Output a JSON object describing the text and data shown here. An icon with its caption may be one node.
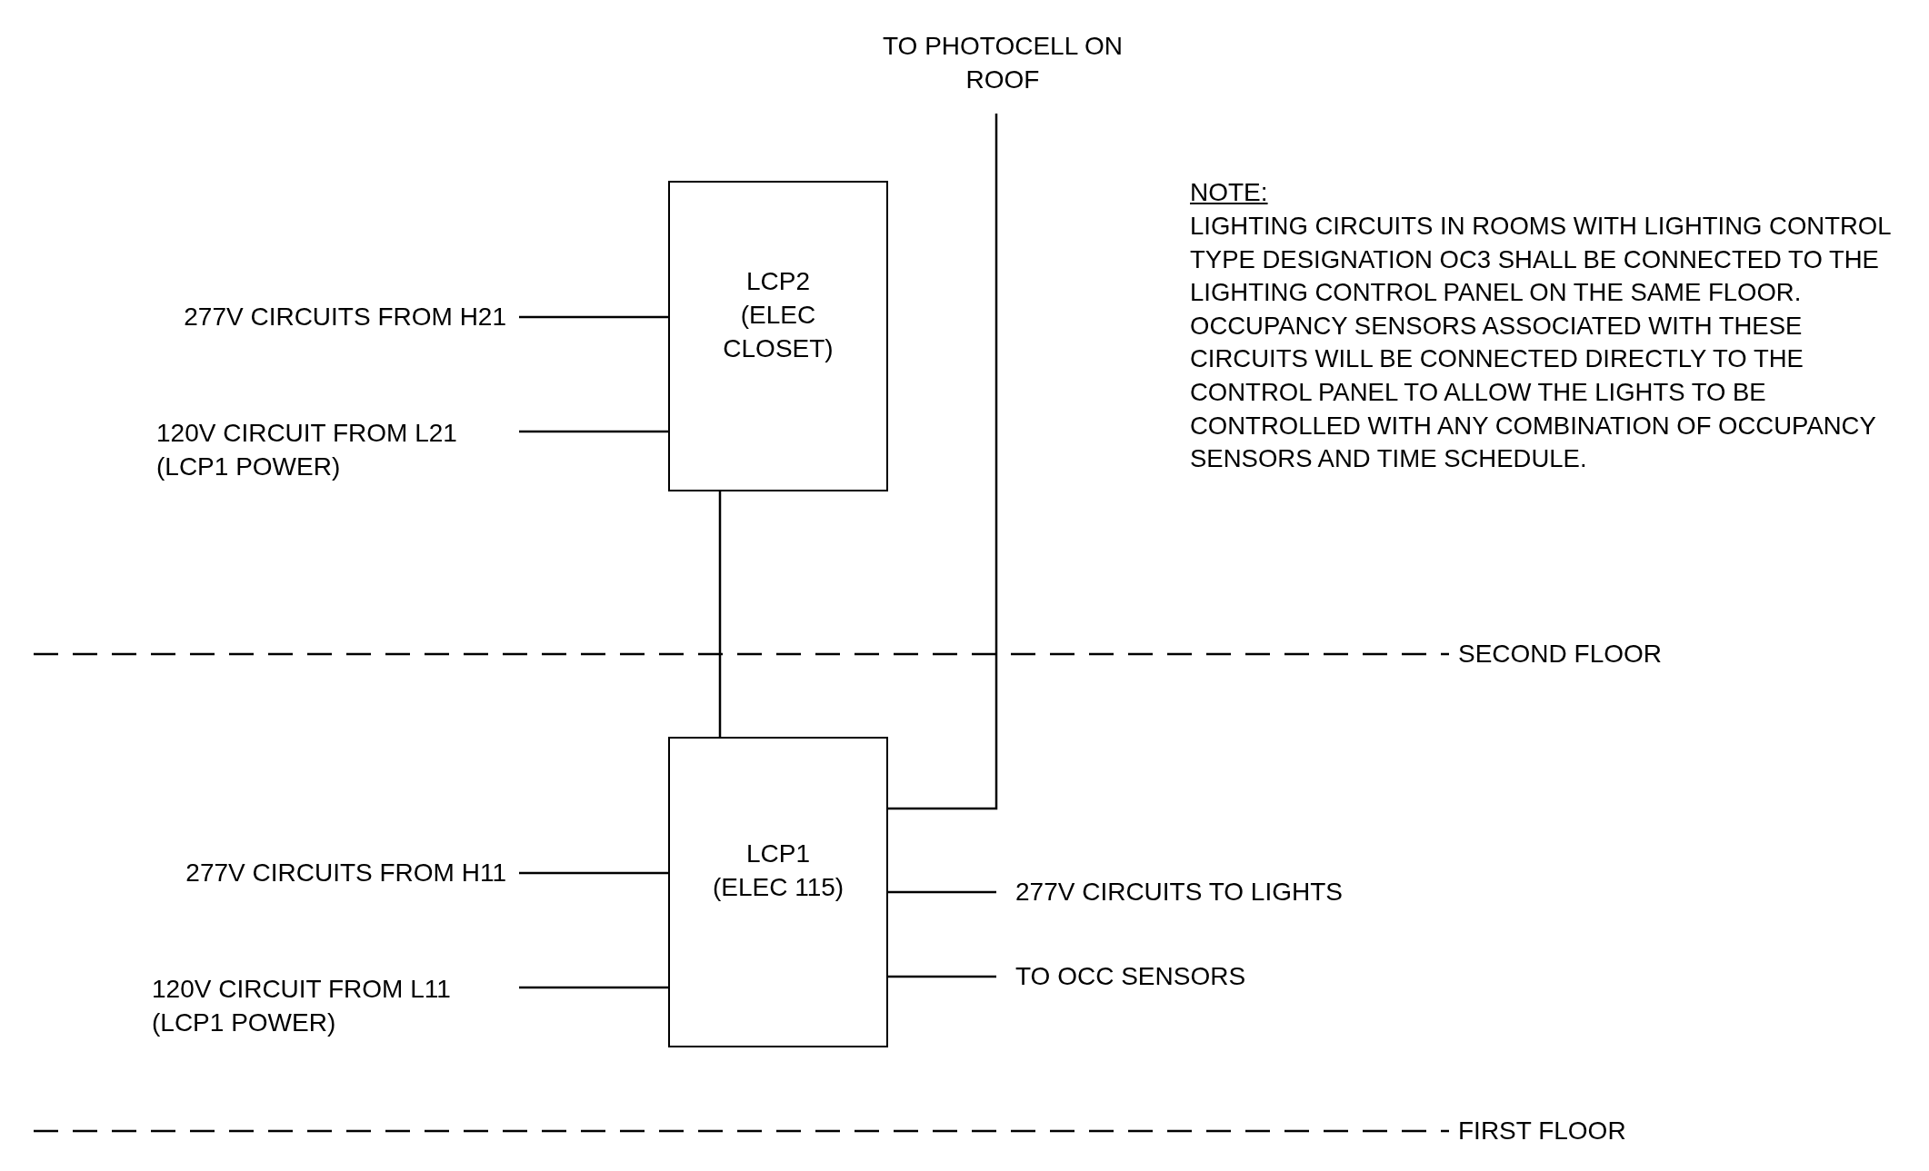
{
  "diagram": {
    "nodes": [
      {
        "text": [
          "TO PHOTOCELL ON ROOF"
        ]
      },
      {
        "text": [
          "LCP2",
          "(ELEC CLOSET)"
        ]
      },
      {
        "text": [
          "277V CIRCUITS FROM H21"
        ]
      },
      {
        "text": [
          "120V CIRCUIT FROM L21",
          "(LCP1 POWER)"
        ]
      },
      {
        "text": [
          "LCP1",
          "(ELEC 115)"
        ]
      },
      {
        "text": [
          "277V CIRCUITS FROM H11"
        ]
      },
      {
        "text": [
          "120V CIRCUIT FROM L11",
          "(LCP1 POWER)"
        ]
      },
      {
        "text": [
          "277V CIRCUITS TO LIGHTS"
        ]
      },
      {
        "text": [
          "TO OCC SENSORS"
        ]
      }
    ],
    "edges": [
      {
        "from": 2,
        "to": 1,
        "arrow": "none"
      },
      {
        "from": 3,
        "to": 1,
        "arrow": "none"
      },
      {
        "from": 1,
        "to": 4,
        "arrow": "none"
      },
      {
        "from": 4,
        "to": 0,
        "arrow": "none"
      },
      {
        "from": 5,
        "to": 4,
        "arrow": "none"
      },
      {
        "from": 6,
        "to": 4,
        "arrow": "none"
      },
      {
        "from": 4,
        "to": 7,
        "arrow": "none"
      },
      {
        "from": 4,
        "to": 8,
        "arrow": "none"
      }
    ],
    "labels": [
      "NOTE:",
      "LIGHTING CIRCUITS IN ROOMS WITH LIGHTING CONTROL TYPE DESIGNATION OC3 SHALL BE CONNECTED TO THE LIGHTING CONTROL PANEL ON THE SAME FLOOR.  OCCUPANCY SENSORS ASSOCIATED WITH THESE CIRCUITS WILL BE CONNECTED DIRECTLY TO THE CONTROL PANEL TO ALLOW THE LIGHTS TO BE CONTROLLED WITH ANY COMBINATION OF OCCUPANCY SENSORS AND TIME SCHEDULE.",
      "SECOND FLOOR",
      "FIRST FLOOR"
    ]
  }
}
